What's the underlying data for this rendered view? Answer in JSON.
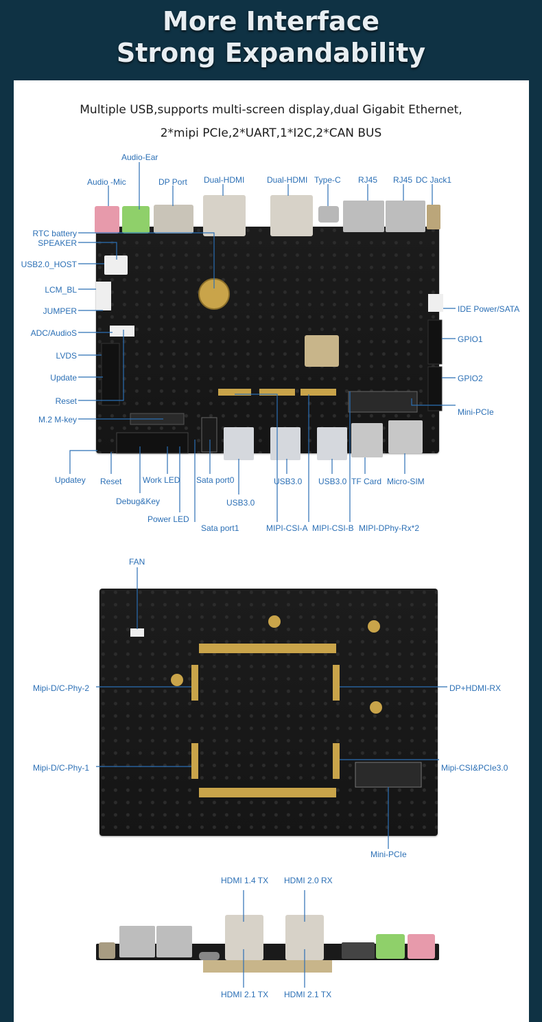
{
  "title": {
    "line1": "More Interface",
    "line2": "Strong Expandability"
  },
  "subtitle": {
    "line1": "Multiple USB,supports multi-screen display,dual Gigabit Ethernet,",
    "line2": "2*mipi PCIe,2*UART,1*I2C,2*CAN BUS"
  },
  "top_board": {
    "labels": {
      "audio_ear": "Audio-Ear",
      "audio_mic": "Audio -Mic",
      "dp_port": "DP Port",
      "dual_hdmi_1": "Dual-HDMI",
      "dual_hdmi_2": "Dual-HDMI",
      "type_c": "Type-C",
      "rj45_1": "RJ45",
      "rj45_2": "RJ45",
      "dc_jack": "DC Jack1",
      "rtc_battery": "RTC battery",
      "speaker": "SPEAKER",
      "usb20_host": "USB2.0_HOST",
      "lcm_bl": "LCM_BL",
      "jumper": "JUMPER",
      "adc_audios": "ADC/AudioS",
      "lvds": "LVDS",
      "update": "Update",
      "reset_left": "Reset",
      "m2_mkey": "M.2 M-key",
      "ide_power_sata": "IDE Power/SATA",
      "gpio1": "GPIO1",
      "gpio2": "GPIO2",
      "mini_pcie": "Mini-PCIe",
      "updatey": "Updatey",
      "reset_bottom": "Reset",
      "work_led": "Work LED",
      "debug_key": "Debug&Key",
      "power_led": "Power LED",
      "sata_port0": "Sata port0",
      "sata_port1": "Sata port1",
      "usb30_1": "USB3.0",
      "usb30_2": "USB3.0",
      "usb30_3": "USB3.0",
      "tf_card": "TF Card",
      "micro_sim": "Micro-SIM",
      "mipi_csi_a": "MIPI-CSI-A",
      "mipi_csi_b": "MIPI-CSI-B",
      "mipi_dphy": "MIPI-DPhy-Rx*2"
    }
  },
  "back_board": {
    "labels": {
      "fan": "FAN",
      "mipi_dc_phy_2": "Mipi-D/C-Phy-2",
      "mipi_dc_phy_1": "Mipi-D/C-Phy-1",
      "dp_hdmi_rx": "DP+HDMI-RX",
      "mipi_csi_pcie": "Mipi-CSI&PCIe3.0",
      "mini_pcie": "Mini-PCIe"
    }
  },
  "side_view": {
    "labels": {
      "hdmi14_tx": "HDMI 1.4 TX",
      "hdmi20_rx": "HDMI 2.0 RX",
      "hdmi21_tx_1": "HDMI 2.1 TX",
      "hdmi21_tx_2": "HDMI 2.1 TX"
    }
  },
  "colors": {
    "background": "#0f3244",
    "panel": "#ffffff",
    "label": "#2b6fb5",
    "board": "#1a1a1a",
    "pcb_gold": "#c9a44a",
    "audio_green": "#8fd06a",
    "audio_pink": "#e79aab"
  }
}
